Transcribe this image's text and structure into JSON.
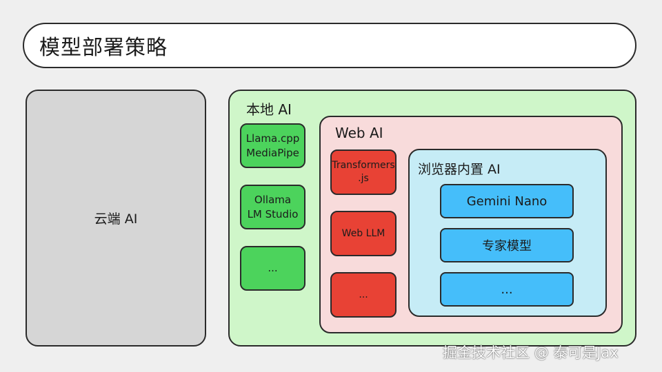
{
  "title": "模型部署策略",
  "cloud": {
    "label": "云端 AI"
  },
  "local": {
    "title": "本地 AI",
    "items": [
      {
        "line1": "Llama.cpp",
        "line2": "MediaPipe"
      },
      {
        "line1": "Ollama",
        "line2": "LM Studio"
      },
      {
        "line1": "...",
        "line2": ""
      }
    ]
  },
  "web": {
    "title": "Web AI",
    "items": [
      {
        "line1": "Transformers",
        "line2": ".js"
      },
      {
        "line1": "Web LLM",
        "line2": ""
      },
      {
        "line1": "...",
        "line2": ""
      }
    ]
  },
  "browser": {
    "title": "浏览器内置 AI",
    "items": [
      "Gemini Nano",
      "专家模型",
      "..."
    ]
  },
  "watermark": "掘金技术社区 @ 泰可是Jax",
  "colors": {
    "background": "#efefef",
    "cloud": "#d6d6d6",
    "local_bg": "#cff6c9",
    "local_item": "#4cd35c",
    "web_bg": "#f8dbdb",
    "web_item": "#e84235",
    "browser_bg": "#c6ecf6",
    "browser_item": "#45befa"
  }
}
